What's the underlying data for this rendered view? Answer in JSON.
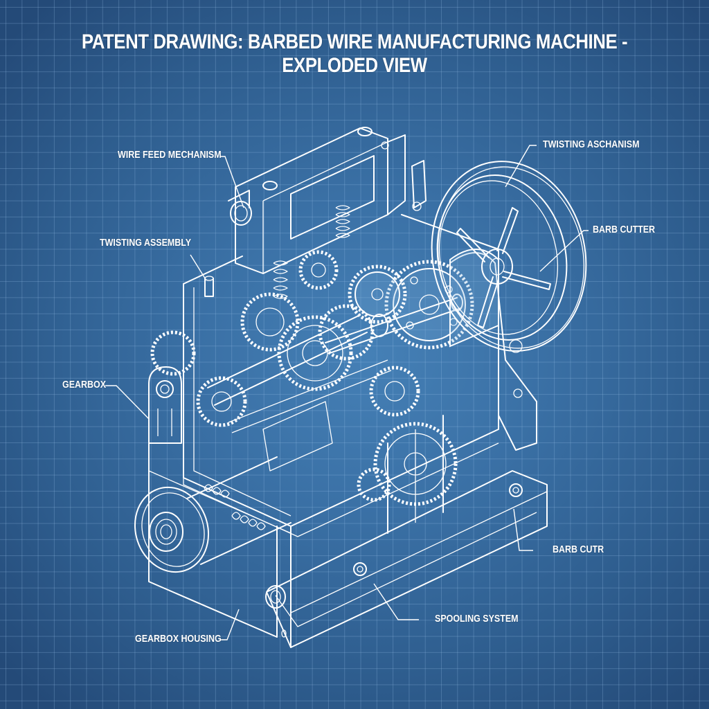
{
  "title": "PATENT DRAWING: BARBED WIRE MANUFACTURING MACHINE - EXPLODED VIEW",
  "colors": {
    "background_center": "#4580b6",
    "background_edge": "#244a78",
    "grid_line": "#8fb6dd",
    "linework": "#ffffff"
  },
  "labels": [
    {
      "id": "wire-feed-mechanism",
      "text": "WIRE FEED MECHANISM"
    },
    {
      "id": "twisting-assembly",
      "text": "TWISTING ASSEMBLY"
    },
    {
      "id": "gearbox",
      "text": "GEARBOX"
    },
    {
      "id": "gearbox-housing",
      "text": "GEARBOX HOUSING"
    },
    {
      "id": "twisting-aschanism",
      "text": "TWISTING ASCHANISM"
    },
    {
      "id": "barb-cutter",
      "text": "BARB CUTTER"
    },
    {
      "id": "barb-cuttr",
      "text": "BARB CUTR"
    },
    {
      "id": "spooling-system",
      "text": "SPOOLING SYSTEM"
    }
  ]
}
